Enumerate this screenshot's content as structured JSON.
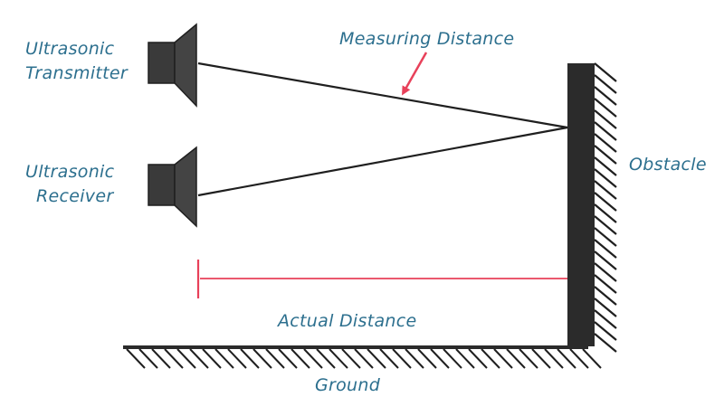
{
  "labels": {
    "transmitter_line1": "Ultrasonic",
    "transmitter_line2": "Transmitter",
    "receiver_line1": "Ultrasonic",
    "receiver_line2": "Receiver",
    "measuring_distance": "Measuring Distance",
    "obstacle": "Obstacle",
    "actual_distance": "Actual Distance",
    "ground": "Ground"
  },
  "colors": {
    "label_text": "#2c6f8e",
    "sensor_body": "#3a3a3a",
    "line": "#1f1f1f",
    "accent_red": "#e8415a",
    "obstacle": "#2b2b2b"
  }
}
